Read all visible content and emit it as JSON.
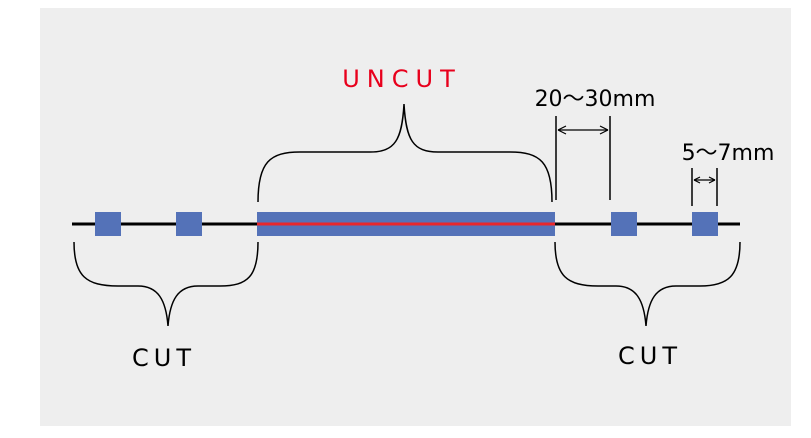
{
  "labels": {
    "uncut": "UNCUT",
    "cut_left": "CUT",
    "cut_right": "CUT",
    "gap_dimension": "20～30mm",
    "block_dimension": "5～7mm"
  },
  "colors": {
    "background": "#eeeeee",
    "block": "#5472b8",
    "line": "#000000",
    "uncut_text": "#e8001c",
    "uncut_line": "#e8272b"
  }
}
